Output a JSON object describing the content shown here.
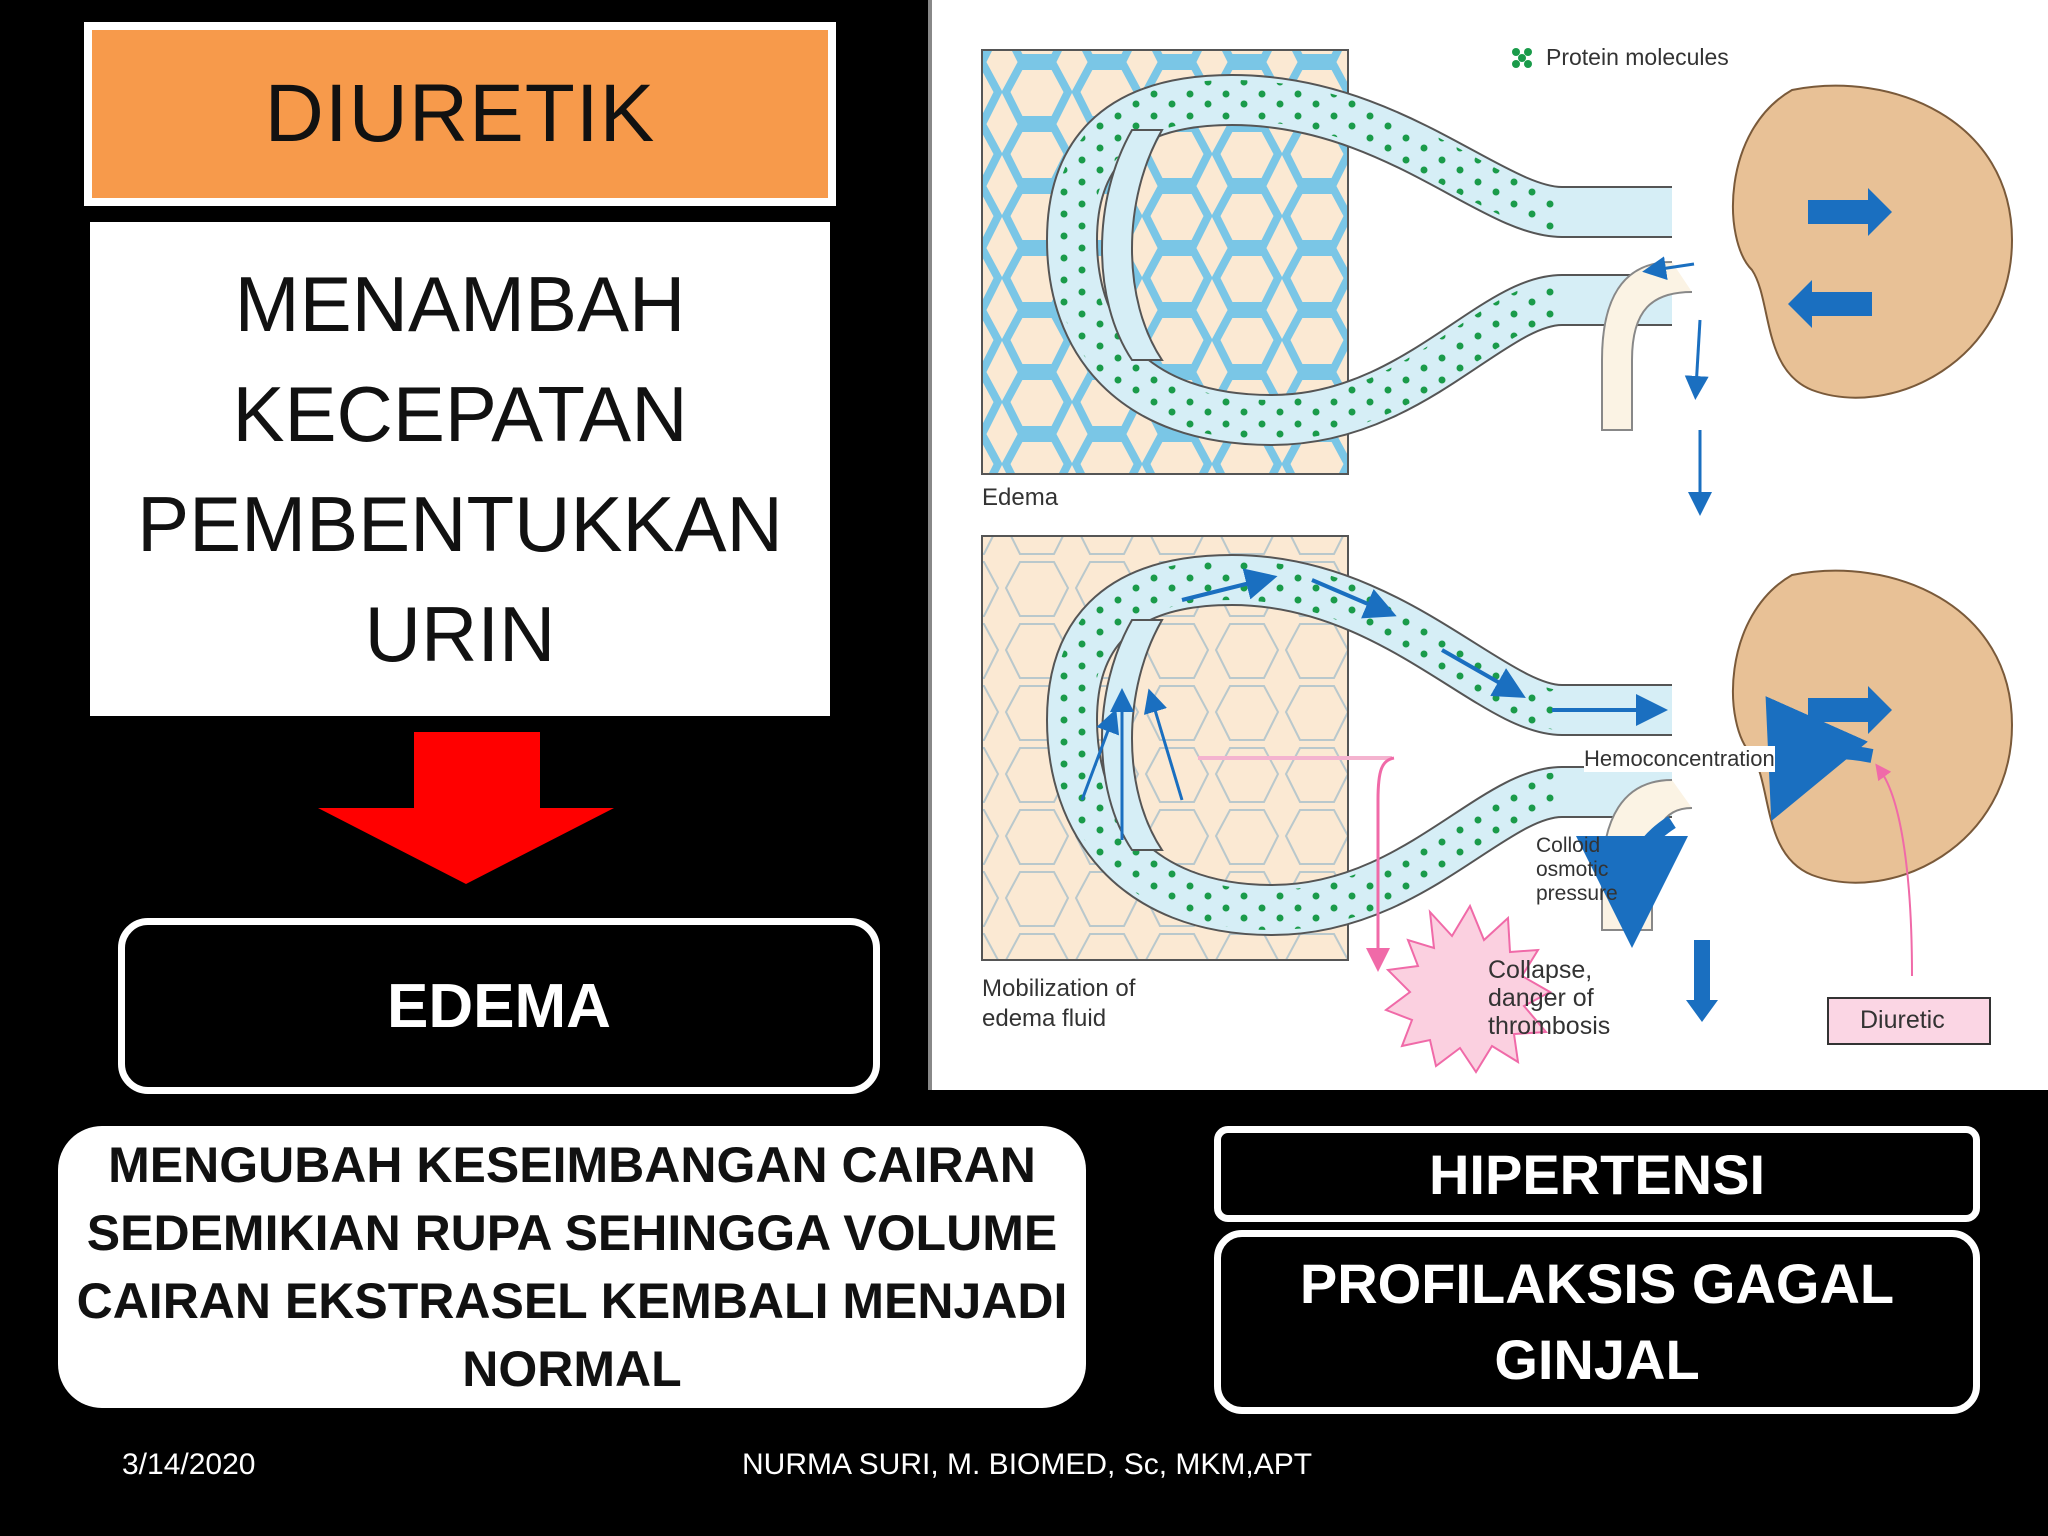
{
  "title": "DIURETIK",
  "main_statement": [
    "MENAMBAH",
    "KECEPATAN",
    "PEMBENTUKKAN",
    "URIN"
  ],
  "edema_label": "EDEMA",
  "balance_text": [
    "MENGUBAH KESEIMBANGAN CAIRAN",
    "SEDEMIKIAN RUPA SEHINGGA VOLUME",
    "CAIRAN EKSTRASEL KEMBALI MENJADI",
    "NORMAL"
  ],
  "hipertensi_label": "HIPERTENSI",
  "profilaksis_label": [
    "PROFILAKSIS GAGAL",
    "GINJAL"
  ],
  "footer": {
    "date": "3/14/2020",
    "author": "NURMA SURI, M. BIOMED, Sc, MKM,APT"
  },
  "diagram": {
    "legend": "Protein molecules",
    "panel_top_label": "Edema",
    "panel_bottom_label": [
      "Mobilization of",
      "edema fluid"
    ],
    "hemoconcentration": "Hemoconcentration",
    "colloid": [
      "Colloid",
      "osmotic",
      "pressure"
    ],
    "collapse": [
      "Collapse,",
      "danger of",
      "thrombosis"
    ],
    "diuretic": "Diuretic",
    "colors": {
      "vessel": "#d6eef6",
      "tissue": "#fbe9d3",
      "interstitial": "#7ac6e6",
      "protein": "#1a9b4a",
      "kidney": "#e8c196",
      "arrow_blue": "#1a6fc0",
      "pink": "#f06aa8"
    }
  },
  "colors": {
    "title_bg": "#f79a4b",
    "arrow_red": "#ff0000"
  }
}
